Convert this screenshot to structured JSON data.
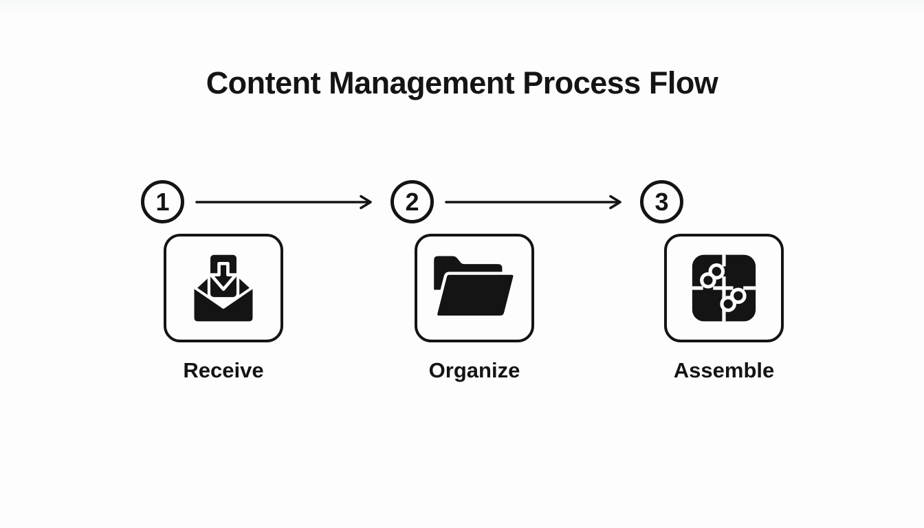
{
  "title": "Content Management Process Flow",
  "colors": {
    "ink": "#141414",
    "background": "#fdfdfd"
  },
  "steps": [
    {
      "number": "1",
      "label": "Receive",
      "icon": "inbox-receive-icon"
    },
    {
      "number": "2",
      "label": "Organize",
      "icon": "open-folder-icon"
    },
    {
      "number": "3",
      "label": "Assemble",
      "icon": "puzzle-icon"
    }
  ],
  "connectors": [
    {
      "from": "1",
      "to": "2",
      "type": "arrow-right"
    },
    {
      "from": "2",
      "to": "3",
      "type": "arrow-right"
    }
  ]
}
